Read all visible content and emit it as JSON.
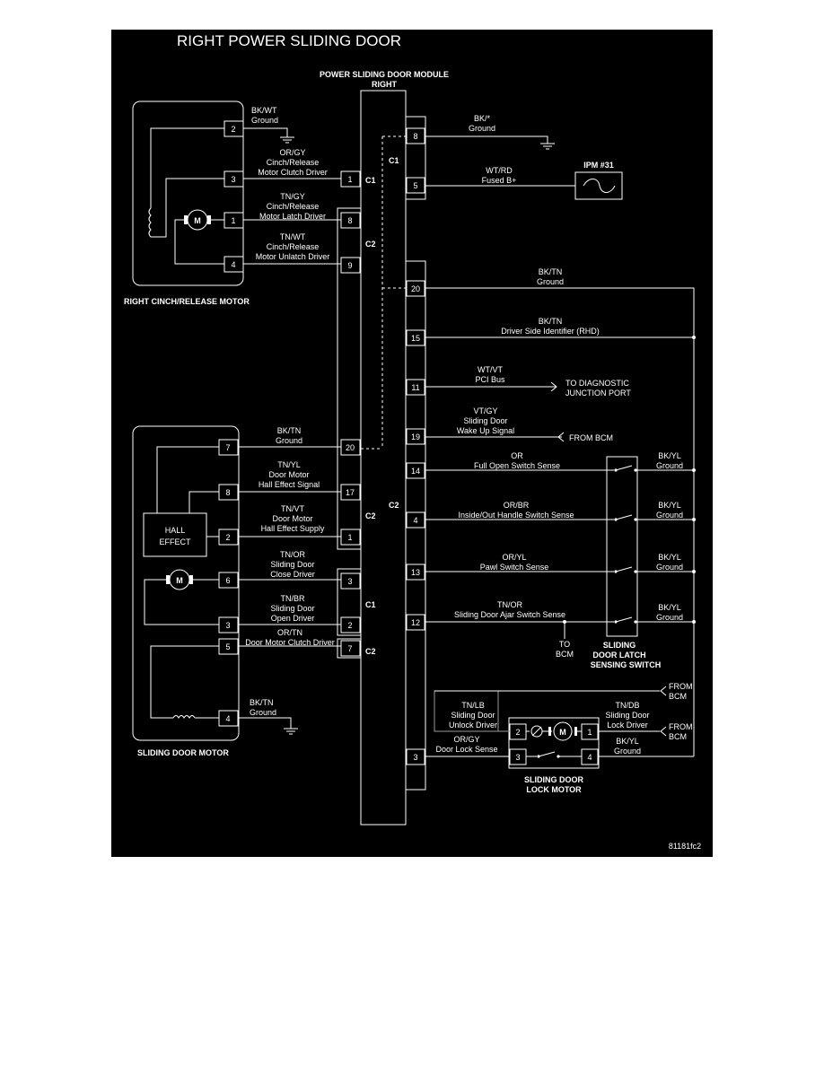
{
  "title": "RIGHT POWER SLIDING DOOR",
  "figure_id": "81181fc2",
  "colors": {
    "background": "#000000",
    "line": "#ffffff",
    "connector_wire": "#9a9a9a"
  },
  "module": {
    "title_line1": "POWER SLIDING DOOR MODULE",
    "title_line2": "RIGHT",
    "c1": "C1",
    "c2": "C2"
  },
  "cinch_motor": {
    "label": "RIGHT CINCH/RELEASE MOTOR",
    "motor_symbol": "M",
    "pins": [
      {
        "num": "2",
        "color": "BK/WT",
        "l1": "Ground",
        "l2": ""
      },
      {
        "num": "3",
        "color": "OR/GY",
        "l1": "Cinch/Release",
        "l2": "Motor Clutch Driver"
      },
      {
        "num": "1",
        "color": "TN/GY",
        "l1": "Cinch/Release",
        "l2": "Motor Latch Driver"
      },
      {
        "num": "4",
        "color": "TN/WT",
        "l1": "Cinch/Release",
        "l2": "Motor Unlatch Driver"
      }
    ],
    "module_pins": [
      "1",
      "8",
      "9"
    ]
  },
  "right_circuits": {
    "p8": {
      "num": "8",
      "color": "BK/*",
      "l1": "Ground"
    },
    "p5": {
      "num": "5",
      "color": "WT/RD",
      "l1": "Fused B+"
    },
    "ipm": "IPM #31",
    "p20": {
      "num": "20",
      "color": "BK/TN",
      "l1": "Ground"
    },
    "p15": {
      "num": "15",
      "color": "BK/TN",
      "l1": "Driver Side Identifier (RHD)"
    },
    "p11": {
      "num": "11",
      "color": "WT/VT",
      "l1": "PCI Bus",
      "dest1": "TO DIAGNOSTIC",
      "dest2": "JUNCTION PORT"
    },
    "p19": {
      "num": "19",
      "color": "VT/GY",
      "l1": "Sliding Door",
      "l2": "Wake Up Signal",
      "dest": "FROM BCM"
    },
    "p14": {
      "num": "14",
      "color": "OR",
      "l1": "Full Open Switch Sense"
    },
    "p4": {
      "num": "4",
      "color": "OR/BR",
      "l1": "Inside/Out Handle Switch Sense"
    },
    "p13": {
      "num": "13",
      "color": "OR/YL",
      "l1": "Pawl Switch Sense"
    },
    "p12": {
      "num": "12",
      "color": "TN/OR",
      "l1": "Sliding Door Ajar Switch Sense",
      "to1": "TO",
      "to2": "BCM"
    },
    "p3": {
      "num": "3",
      "color": "OR/GY",
      "l1": "Door Lock Sense"
    }
  },
  "latch_switch": {
    "label1": "SLIDING",
    "label2": "DOOR LATCH",
    "label3": "SENSING SWITCH",
    "ground_color": "BK/YL",
    "ground_label": "Ground"
  },
  "lock_motor": {
    "label1": "SLIDING DOOR",
    "label2": "LOCK MOTOR",
    "motor_symbol": "M",
    "unlock": {
      "color": "TN/LB",
      "l1": "Sliding Door",
      "l2": "Unlock Driver"
    },
    "lock": {
      "color": "TN/DB",
      "l1": "Sliding Door",
      "l2": "Lock Driver"
    },
    "gnd": {
      "color": "BK/YL",
      "l1": "Ground"
    },
    "from_bcm_a1": "FROM",
    "from_bcm_a2": "BCM",
    "from_bcm_b1": "FROM",
    "from_bcm_b2": "BCM",
    "pins": [
      "2",
      "3",
      "1",
      "4"
    ]
  },
  "door_motor": {
    "label": "SLIDING DOOR MOTOR",
    "hall1": "HALL",
    "hall2": "EFFECT",
    "motor_symbol": "M",
    "pins": [
      {
        "num": "7",
        "color": "BK/TN",
        "l1": "Ground",
        "l2": ""
      },
      {
        "num": "8",
        "color": "TN/YL",
        "l1": "Door Motor",
        "l2": "Hall Effect Signal"
      },
      {
        "num": "2",
        "color": "TN/VT",
        "l1": "Door Motor",
        "l2": "Hall Effect Supply"
      },
      {
        "num": "6",
        "color": "TN/OR",
        "l1": "Sliding Door",
        "l2": "Close Driver"
      },
      {
        "num": "3",
        "color": "TN/BR",
        "l1": "Sliding Door",
        "l2": "Open Driver"
      },
      {
        "num": "5",
        "color": "OR/TN",
        "l1": "Door Motor Clutch Driver",
        "l2": ""
      },
      {
        "num": "4",
        "color": "BK/TN",
        "l1": "Ground",
        "l2": ""
      }
    ],
    "module_pins": [
      "20",
      "17",
      "1",
      "3",
      "2",
      "7"
    ]
  }
}
